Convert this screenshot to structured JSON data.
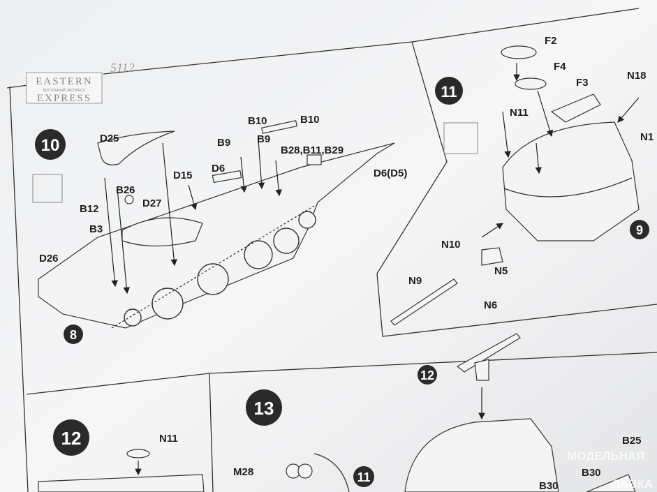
{
  "sheet": {
    "handwritten_note": "5112",
    "logo": {
      "line1": "EASTERN",
      "line2": "ВОСТОЧНЫЙ ЭКСПРЕСС",
      "line3": "EXPRESS"
    },
    "watermark": {
      "line1": "МОДЕЛЬНАЯ",
      "line2": "ЛАВКА"
    }
  },
  "step10": {
    "number": "10",
    "sub_ref": "8",
    "labels": [
      "D25",
      "B10",
      "B10",
      "B9",
      "B9",
      "B28,B11,B29",
      "D6(D5)",
      "D15",
      "D6",
      "B26",
      "B12",
      "D27",
      "B3",
      "D26"
    ]
  },
  "step11": {
    "number": "11",
    "sub_ref": "9",
    "labels": [
      "F2",
      "F4",
      "F3",
      "N18",
      "N1",
      "N11",
      "N10",
      "N5",
      "N9",
      "N6"
    ]
  },
  "step12": {
    "number": "12",
    "labels": [
      "N11"
    ]
  },
  "step13": {
    "number": "13",
    "refs": [
      "12",
      "11"
    ],
    "labels": [
      "M28",
      "B25",
      "B30",
      "B30"
    ]
  }
}
